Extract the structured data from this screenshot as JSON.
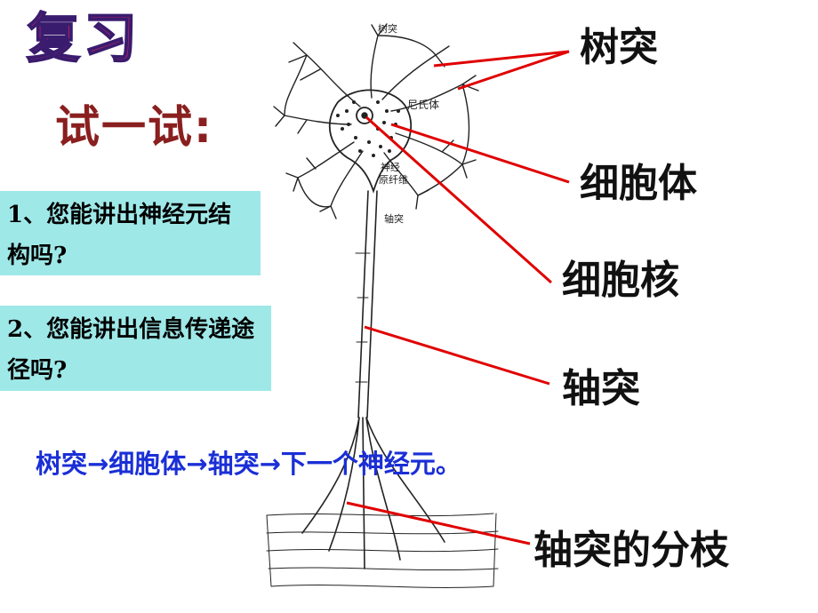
{
  "title": "复习",
  "subtitle": "试一试:",
  "questions": [
    {
      "text": "1、您能讲出神经元结构吗?"
    },
    {
      "text": "2、您能讲出信息传递途径吗?"
    }
  ],
  "pathway": "树突→细胞体→轴突→下一个神经元。",
  "labels": {
    "dendrite": "树突",
    "soma": "细胞体",
    "nucleus": "细胞核",
    "axon": "轴突",
    "axon_branch": "轴突的分枝"
  },
  "figure_labels": {
    "top": "树突",
    "nissl": "尼氏体",
    "neurofibril_1": "神经",
    "neurofibril_2": "原纤维",
    "axon": "轴突"
  },
  "colors": {
    "title": "#c8236b",
    "title_outline": "#3a1c6e",
    "subtitle": "#8a1f1f",
    "question_bg": "#9fe8e8",
    "pathway": "#1a2fd6",
    "pointer": "#e00000"
  }
}
